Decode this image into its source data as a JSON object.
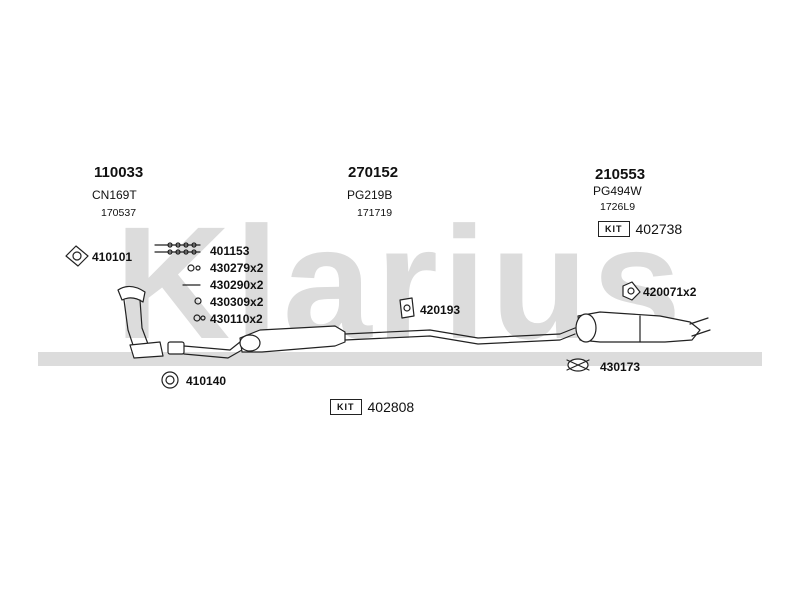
{
  "brand_watermark": "Klarius",
  "watermark_color": "#dcdcdc",
  "columns": [
    {
      "main": "110033",
      "sub": "CN169T",
      "ref": "170537"
    },
    {
      "main": "270152",
      "sub": "PG219B",
      "ref": "171719"
    },
    {
      "main": "210553",
      "sub": "PG494W",
      "ref": "1726L9"
    }
  ],
  "kits": [
    {
      "badge": "KIT",
      "number": "402738"
    },
    {
      "badge": "KIT",
      "number": "402808"
    }
  ],
  "parts": {
    "gasket_left": "410101",
    "bolt_1": "401153",
    "bolt_2": "430279x2",
    "bolt_3": "430290x2",
    "bolt_4": "430309x2",
    "bolt_5": "430110x2",
    "ring": "410140",
    "hanger_mid": "420193",
    "hanger_rear": "420071x2",
    "clamp_rear": "430173"
  }
}
